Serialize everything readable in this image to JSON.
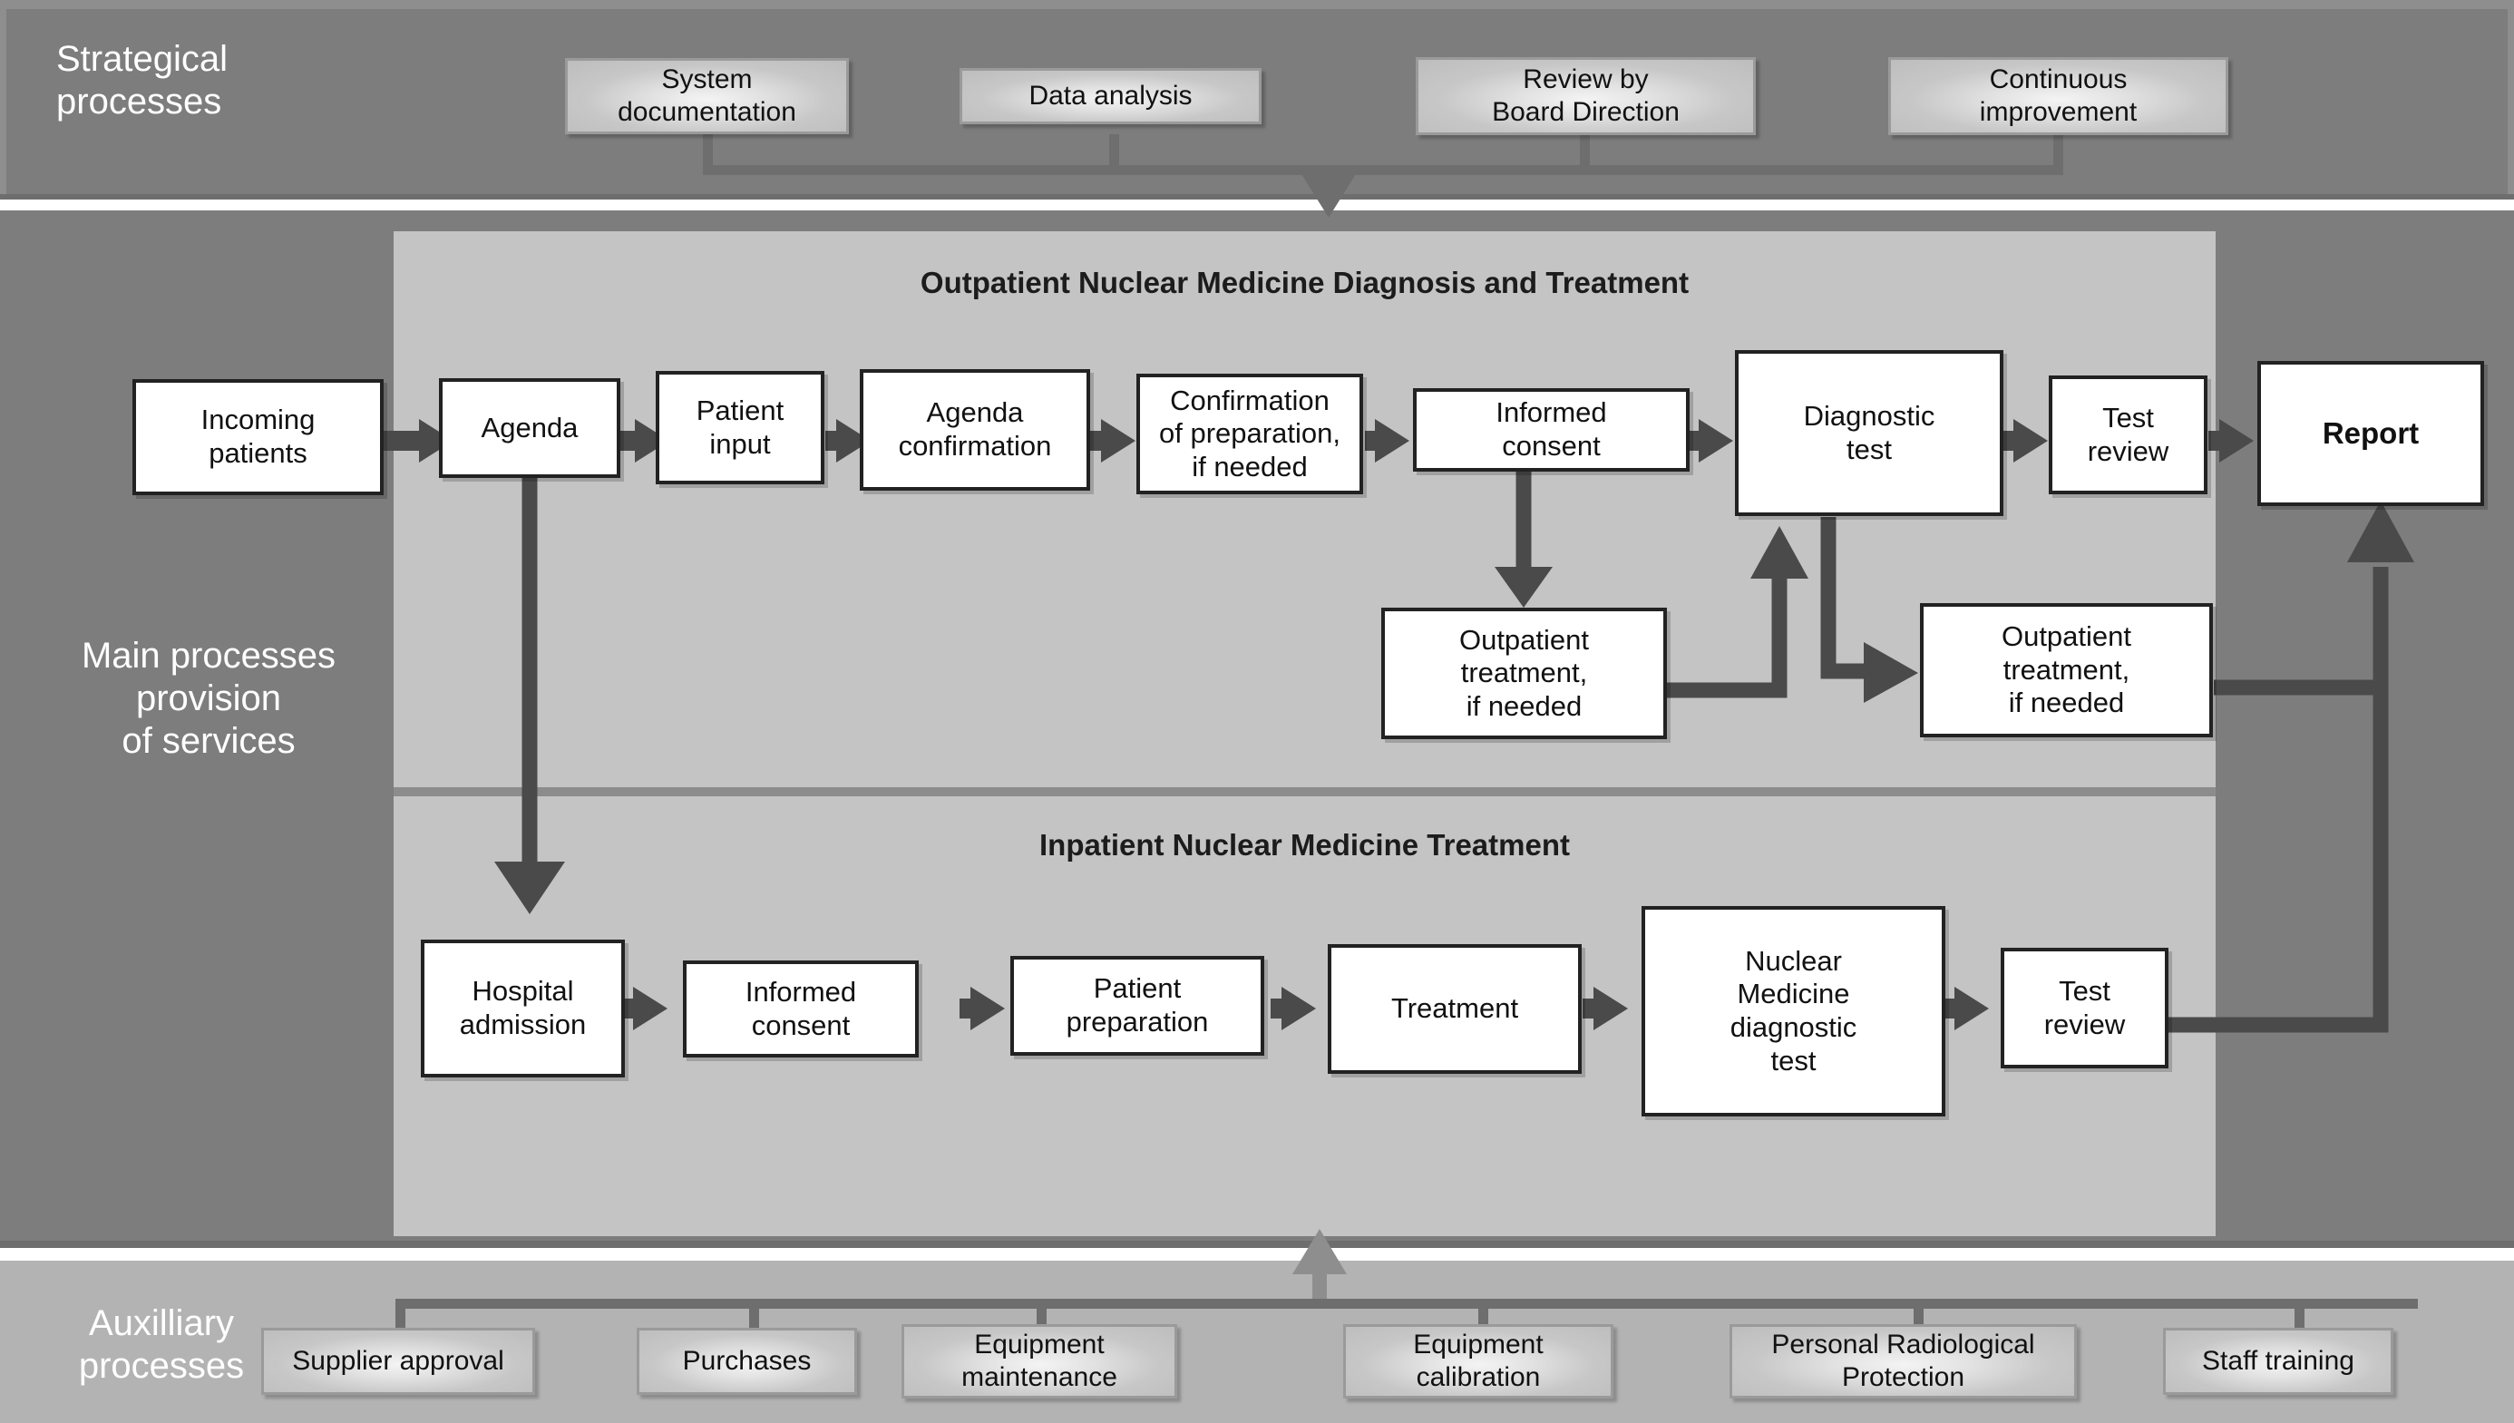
{
  "bands": {
    "strategic": {
      "label": "Strategical\nprocesses"
    },
    "main": {
      "label": "Main processes\nprovision\nof services"
    },
    "auxiliary": {
      "label": "Auxilliary\nprocesses"
    }
  },
  "strategic_boxes": [
    {
      "label": "System\ndocumentation"
    },
    {
      "label": "Data analysis"
    },
    {
      "label": "Review by\nBoard Direction"
    },
    {
      "label": "Continuous\nimprovement"
    }
  ],
  "panels": {
    "outpatient": {
      "title": "Outpatient Nuclear Medicine Diagnosis and Treatment"
    },
    "inpatient": {
      "title": "Inpatient Nuclear Medicine Treatment"
    }
  },
  "outpatient_boxes": [
    {
      "label": "Incoming\npatients"
    },
    {
      "label": "Agenda"
    },
    {
      "label": "Patient\ninput"
    },
    {
      "label": "Agenda\nconfirmation"
    },
    {
      "label": "Confirmation\nof preparation,\nif needed"
    },
    {
      "label": "Informed\nconsent"
    },
    {
      "label": "Diagnostic\ntest"
    },
    {
      "label": "Test\nreview"
    },
    {
      "label": "Report"
    },
    {
      "label": "Outpatient\ntreatment,\nif needed"
    },
    {
      "label": "Outpatient\ntreatment,\nif needed"
    }
  ],
  "inpatient_boxes": [
    {
      "label": "Hospital\nadmission"
    },
    {
      "label": "Informed\nconsent"
    },
    {
      "label": "Patient\npreparation"
    },
    {
      "label": "Treatment"
    },
    {
      "label": "Nuclear\nMedicine\ndiagnostic\ntest"
    },
    {
      "label": "Test\nreview"
    }
  ],
  "auxiliary_boxes": [
    {
      "label": "Supplier approval"
    },
    {
      "label": "Purchases"
    },
    {
      "label": "Equipment\nmaintenance"
    },
    {
      "label": "Equipment\ncalibration"
    },
    {
      "label": "Personal Radiological\nProtection"
    },
    {
      "label": "Staff training"
    }
  ],
  "colors": {
    "band_dark": "#7d7d7d",
    "band_light": "#b3b3b3",
    "panel": "#c4c4c4",
    "connector": "#4a4a4a",
    "connector_light": "#6e6e6e",
    "box_fill": "#ffffff",
    "box_border": "#222222"
  }
}
